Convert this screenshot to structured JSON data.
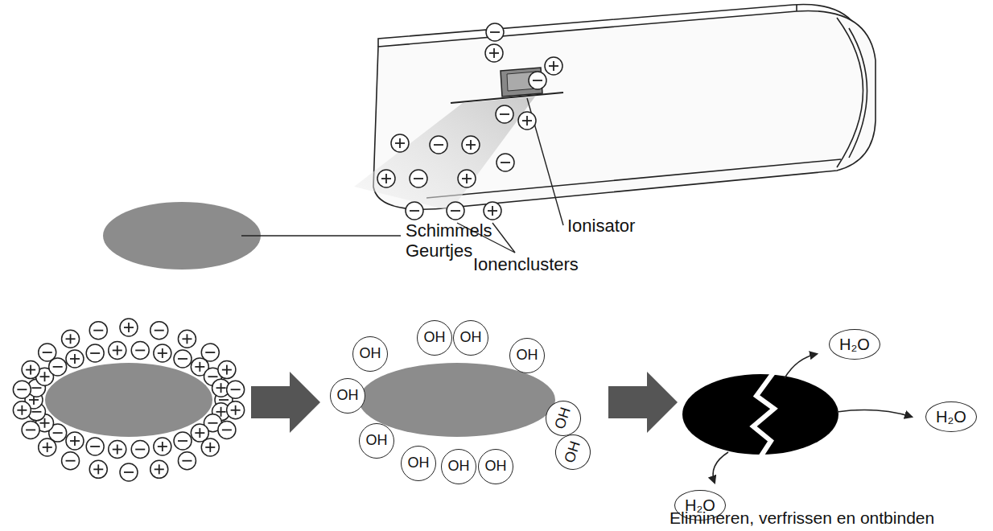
{
  "diagram": {
    "nodes": [
      {
        "text": [
          "OH"
        ]
      },
      {
        "text": [
          "OH"
        ]
      },
      {
        "text": [
          "OH"
        ]
      },
      {
        "text": [
          "OH"
        ]
      },
      {
        "text": [
          "OH"
        ]
      },
      {
        "text": [
          "OH"
        ]
      },
      {
        "text": [
          "OH"
        ]
      },
      {
        "text": [
          "OH"
        ]
      },
      {
        "text": [
          "OH"
        ]
      },
      {
        "text": [
          "OH"
        ]
      },
      {
        "text": [
          "OH"
        ]
      },
      {
        "text": [
          "H₂O"
        ]
      },
      {
        "text": [
          "H₂O"
        ]
      },
      {
        "text": [
          "H₂O"
        ]
      }
    ],
    "labels": [
      "Ionisator",
      "Schimmels Geurtjes",
      "Ionenclusters",
      "Elimineren, verfrissen en ontbinden"
    ]
  }
}
